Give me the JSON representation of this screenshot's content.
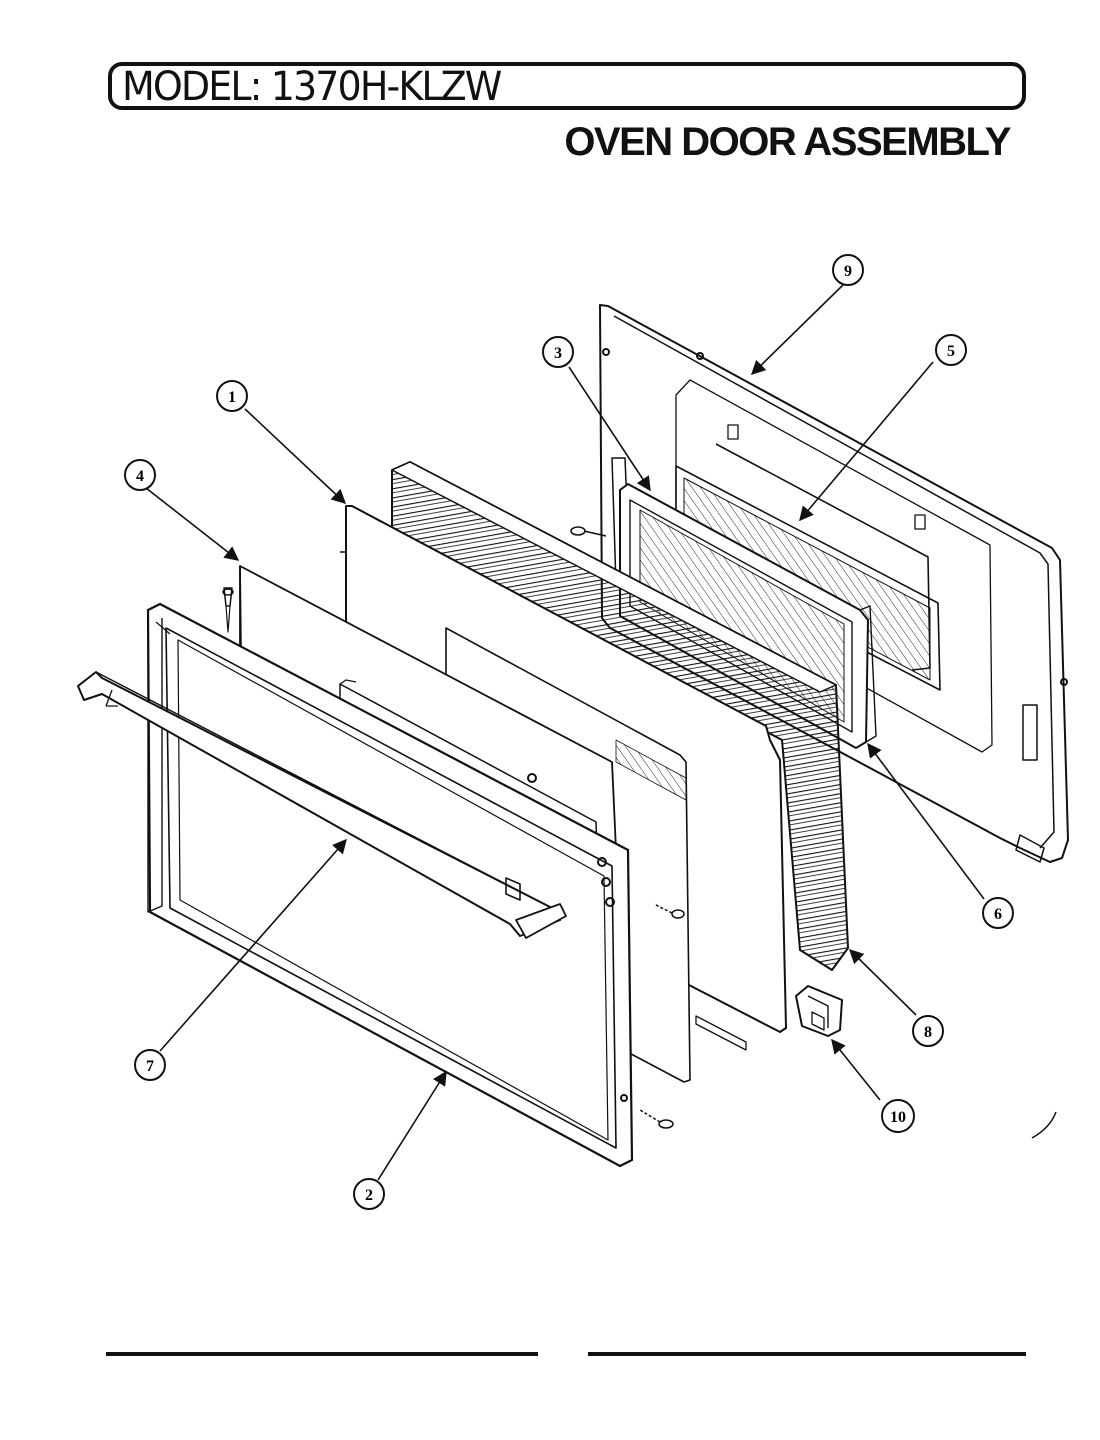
{
  "header": {
    "model_label": "MODEL: 1370H-KLZW",
    "title": "OVEN DOOR ASSEMBLY"
  },
  "callouts": [
    {
      "id": "callout-1",
      "number": "1"
    },
    {
      "id": "callout-2",
      "number": "2"
    },
    {
      "id": "callout-3",
      "number": "3"
    },
    {
      "id": "callout-4",
      "number": "4"
    },
    {
      "id": "callout-5",
      "number": "5"
    },
    {
      "id": "callout-6",
      "number": "6"
    },
    {
      "id": "callout-7",
      "number": "7"
    },
    {
      "id": "callout-8",
      "number": "8"
    },
    {
      "id": "callout-9",
      "number": "9"
    },
    {
      "id": "callout-10",
      "number": "10"
    }
  ],
  "colors": {
    "ink": "#111111",
    "paper": "#ffffff"
  }
}
